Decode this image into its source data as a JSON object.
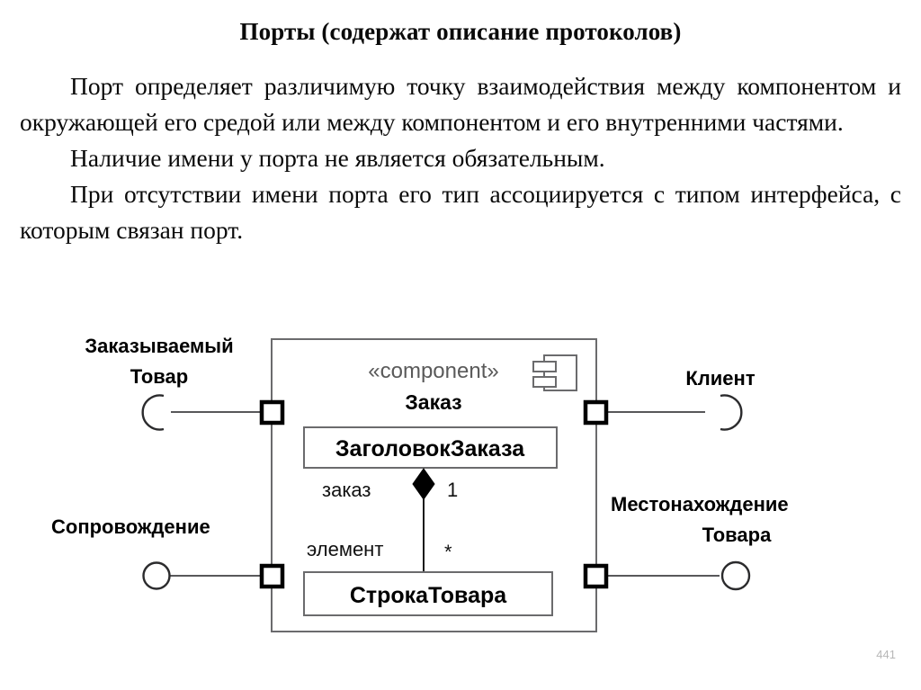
{
  "slide": {
    "title": "Порты (содержат описание протоколов)",
    "page_number": "441"
  },
  "body": {
    "paragraphs": [
      "Порт определяет различимую точку взаимодействия между компонентом и окружающей его средой или между компонентом и его внутренними частями.",
      "Наличие имени у порта не является обязательным.",
      "При отсутствии имени порта его тип ассоциируется с типом интерфейса, с которым связан порт."
    ]
  },
  "diagram": {
    "component": {
      "stereotype": "«component»",
      "name": "Заказ",
      "icon": "component-icon"
    },
    "classes": [
      {
        "name": "ЗаголовокЗаказа"
      },
      {
        "name": "СтрокаТовара"
      }
    ],
    "association": {
      "role_source": "заказ",
      "multiplicity_source": "1",
      "role_target": "элемент",
      "multiplicity_target": "*",
      "diamond": "filled-diamond-composition"
    },
    "interfaces": [
      {
        "label_lines": [
          "Заказываемый",
          "Товар"
        ],
        "kind": "required",
        "symbol": "socket-icon",
        "side": "left",
        "position": "top"
      },
      {
        "label_lines": [
          "Сопровождение"
        ],
        "kind": "provided",
        "symbol": "lollipop-icon",
        "side": "left",
        "position": "bottom"
      },
      {
        "label_lines": [
          "Клиент"
        ],
        "kind": "required",
        "symbol": "socket-icon",
        "side": "right",
        "position": "top"
      },
      {
        "label_lines": [
          "Местонахождение",
          "Товара"
        ],
        "kind": "provided",
        "symbol": "lollipop-icon",
        "side": "right",
        "position": "bottom"
      }
    ],
    "ports": [
      {
        "name": "port-top-left"
      },
      {
        "name": "port-bottom-left"
      },
      {
        "name": "port-top-right"
      },
      {
        "name": "port-bottom-right"
      }
    ],
    "colors": {
      "outline": "#58585a",
      "port": "#000000",
      "text": "#000000",
      "stereotype": "#5a5a5a"
    }
  }
}
